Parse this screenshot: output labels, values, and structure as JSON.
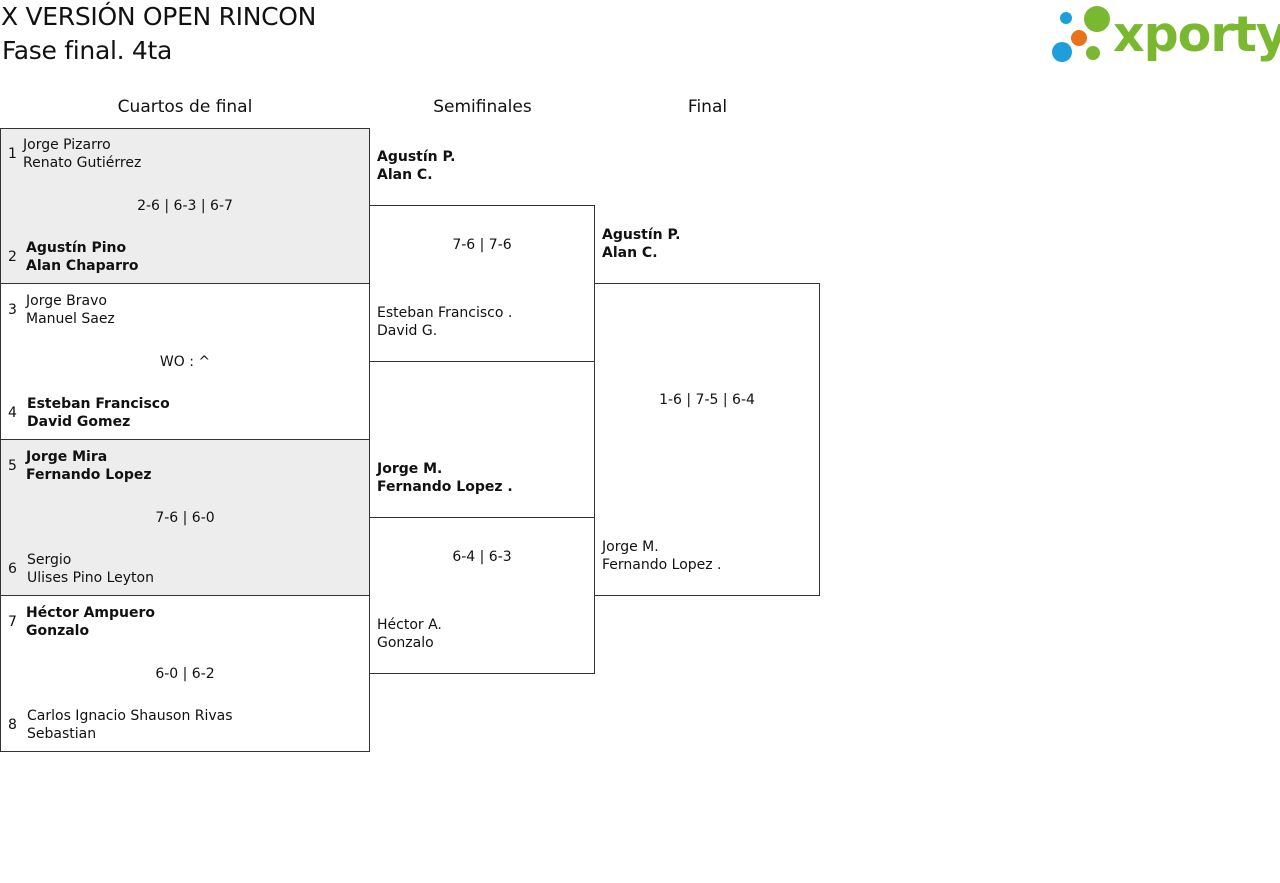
{
  "header": {
    "title": "X VERSIÓN OPEN RINCON",
    "subtitle": "Fase final. 4ta",
    "logo_text": "xporty",
    "logo_colors": {
      "green": "#7ab92f",
      "orange": "#e8731a",
      "blue": "#1e9fdb"
    }
  },
  "rounds": {
    "quarterfinals": "Cuartos de final",
    "semifinals": "Semifinales",
    "final": "Final"
  },
  "quarterfinals": [
    {
      "top": {
        "seed": "1",
        "player1": "Jorge Pizarro",
        "player2": "Renato Gutiérrez"
      },
      "score": "2-6 | 6-3 | 6-7",
      "bottom": {
        "seed": "2",
        "player1": "Agustín Pino",
        "player2": "Alan Chaparro"
      }
    },
    {
      "top": {
        "seed": "3",
        "player1": "Jorge Bravo",
        "player2": "Manuel Saez"
      },
      "score": "WO : ^",
      "bottom": {
        "seed": "4",
        "player1": "Esteban Francisco",
        "player2": "David Gomez"
      }
    },
    {
      "top": {
        "seed": "5",
        "player1": "Jorge Mira",
        "player2": "Fernando Lopez"
      },
      "score": "7-6 | 6-0",
      "bottom": {
        "seed": "6",
        "player1": "Sergio",
        "player2": "Ulises Pino Leyton"
      }
    },
    {
      "top": {
        "seed": "7",
        "player1": "Héctor Ampuero",
        "player2": "Gonzalo"
      },
      "score": "6-0 | 6-2",
      "bottom": {
        "seed": "8",
        "player1": "Carlos Ignacio Shauson Rivas",
        "player2": "Sebastian"
      }
    }
  ],
  "semifinals": [
    {
      "top": {
        "player1": "Agustín P.",
        "player2": "Alan C."
      },
      "score": "7-6 | 7-6",
      "bottom": {
        "player1": "Esteban Francisco .",
        "player2": "David G."
      }
    },
    {
      "top": {
        "player1": "Jorge M.",
        "player2": "Fernando Lopez ."
      },
      "score": "6-4 | 6-3",
      "bottom": {
        "player1": "Héctor A.",
        "player2": "Gonzalo"
      }
    }
  ],
  "final": {
    "top": {
      "player1": "Agustín P.",
      "player2": "Alan C."
    },
    "score": "1-6 | 7-5 | 6-4",
    "bottom": {
      "player1": "Jorge M.",
      "player2": "Fernando Lopez ."
    }
  }
}
